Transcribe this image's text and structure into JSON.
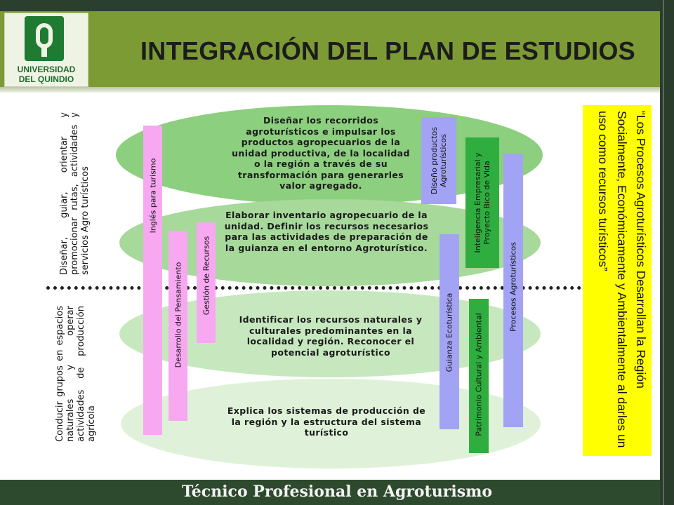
{
  "header": {
    "title": "INTEGRACIÓN DEL PLAN DE ESTUDIOS",
    "logo_line1": "UNIVERSIDAD",
    "logo_line2": "DEL QUINDIO",
    "logo_icon": "university-q-logo-icon"
  },
  "side": {
    "upper": "Diseñar, guiar, orientar y promocionar rutas, actividades y servicios Agro turísticos",
    "lower": "Conducir grupos en espacios naturales y operar actividades de producción agrícola"
  },
  "levels": [
    {
      "text": "Diseñar los recorridos agroturísticos e impulsar los productos agropecuarios de la unidad productiva, de la localidad o la región a través de su transformación para generarles valor agregado."
    },
    {
      "text": "Elaborar inventario agropecuario de la unidad. Definir los recursos necesarios para las actividades de preparación de la guianza en el entorno Agroturístico."
    },
    {
      "text": "Identificar los recursos naturales y culturales predominantes en la localidad y región. Reconocer el potencial agroturístico"
    },
    {
      "text": "Explica los sistemas de producción de la región y la estructura del sistema turístico"
    }
  ],
  "courses": {
    "ingles": "Inglés para turismo",
    "pensamiento": "Desarrollo del Pensamiento",
    "gestion": "Gestión de Recursos",
    "diseno": "Diseño productos Agroturísticos",
    "inteligencia": "Inteligencia Empresarial y Proyecto Bico de Vida",
    "procesos": "Procesos Agroturísticos",
    "guianza": "Guianza Ecoturística",
    "patrimonio": "Patrimonio Cultural y Ambiental"
  },
  "quote": "“Los Procesos Agroturísticos Desarrollan la Región Socialmente, Económicamente y Ambientalmente al darles un uso como recursos turísticos”",
  "footer": {
    "text": "Técnico Profesional en Agroturismo"
  },
  "colors": {
    "header_green": "#7d9b35",
    "ellipse_1": "#8ccf7e",
    "ellipse_2": "#a6d99a",
    "ellipse_3": "#c7e8bf",
    "ellipse_4": "#dff2d9",
    "pink": "#f7a8f1",
    "lavender": "#a3a3f5",
    "green_bar": "#2fae3f",
    "quote_yellow": "#ffff00"
  }
}
